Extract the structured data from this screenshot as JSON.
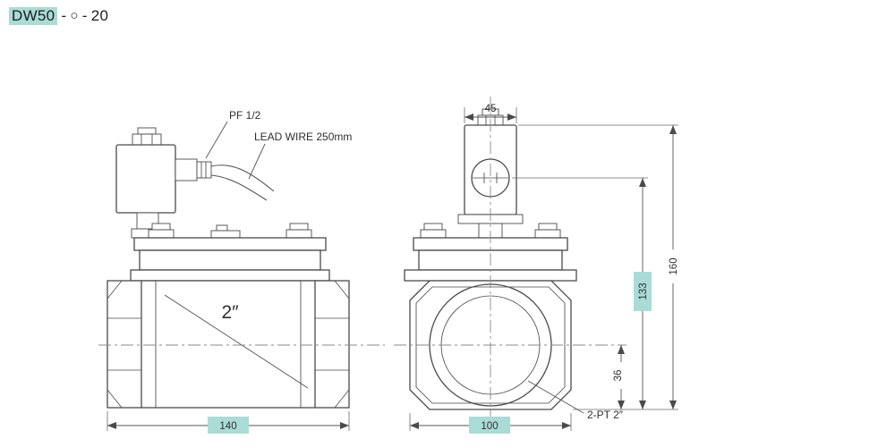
{
  "title": {
    "model": "DW50",
    "sep1": "-",
    "circle": "○",
    "sep2": "-",
    "size": "20"
  },
  "colors": {
    "highlight": "#a9dcd6",
    "line": "#4a4a4a"
  },
  "side_view": {
    "pf_label": "PF 1/2",
    "lead_wire_label": "LEAD WIRE 250mm",
    "bore_label": "2″",
    "dim_width": "140"
  },
  "front_view": {
    "dim_coil_width": "45",
    "dim_total_height": "160",
    "dim_coil_center_height": "133",
    "dim_port_center_height": "36",
    "dim_body_width": "100",
    "port_label": "2-PT 2″"
  }
}
